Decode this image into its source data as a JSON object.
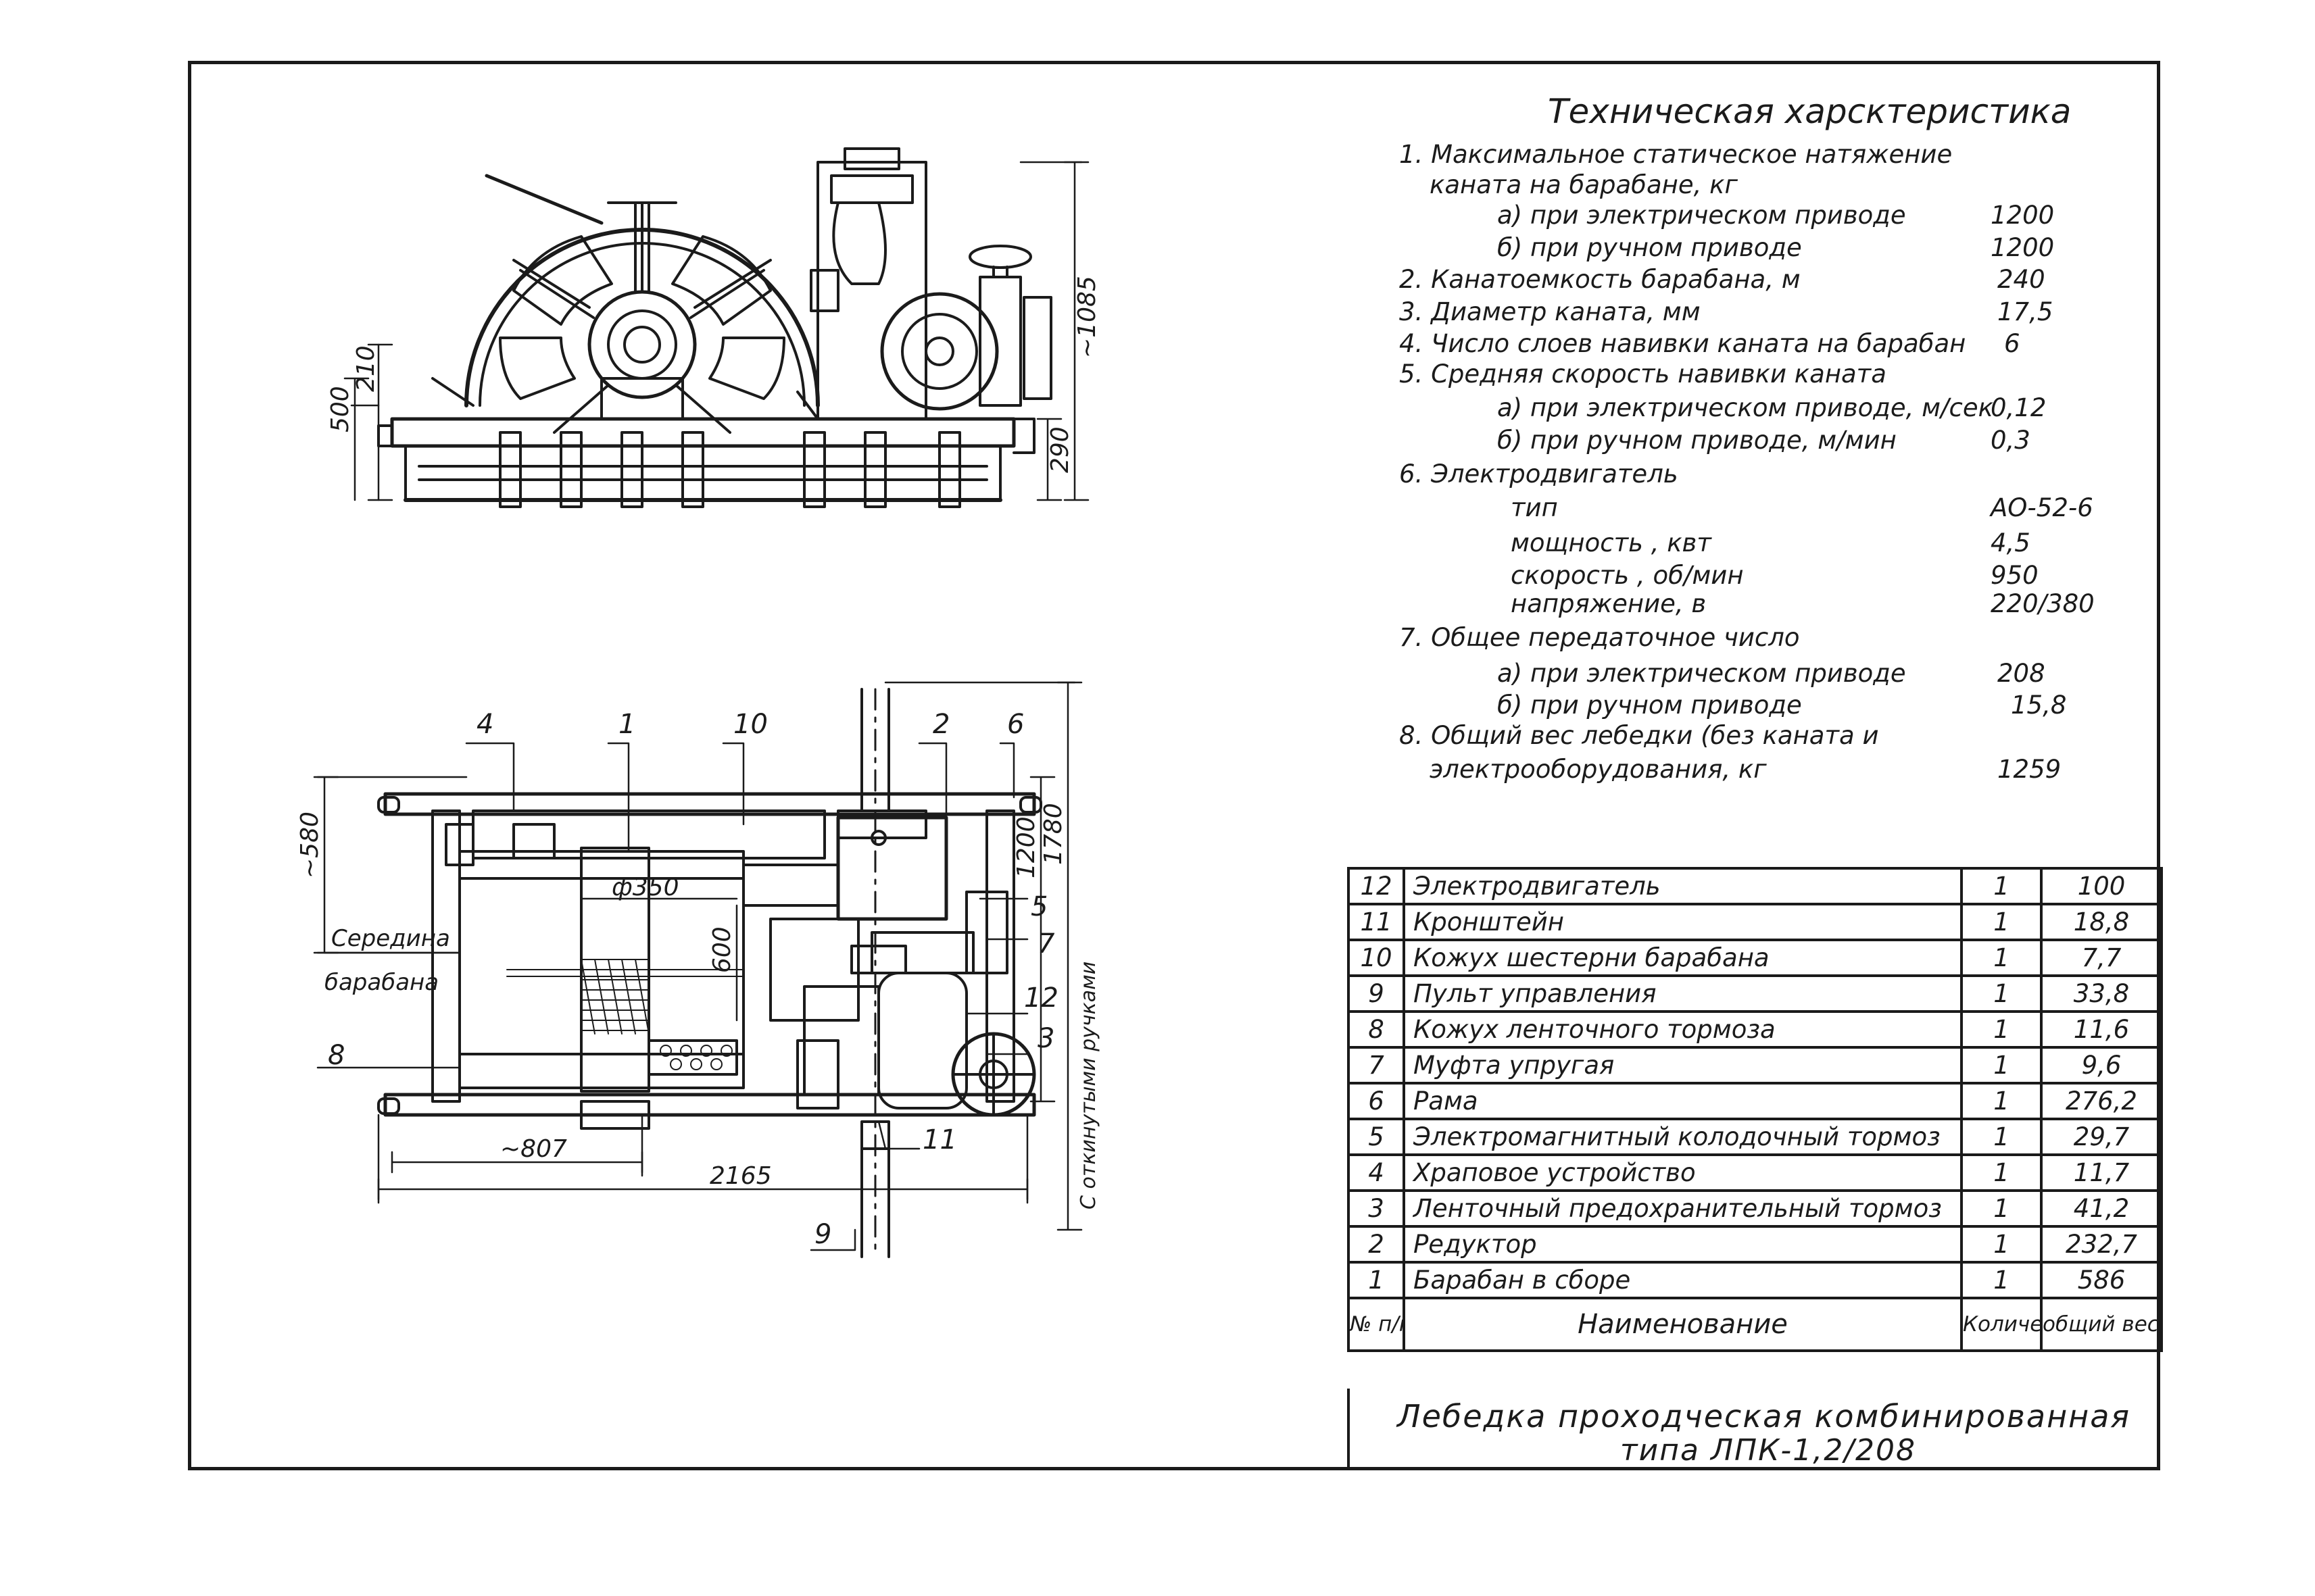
{
  "spec": {
    "title": "Техническая харсктеристика",
    "lines": [
      {
        "text": "1. Максимальное статическое натяжение",
        "value": ""
      },
      {
        "text": "каната на барабане, кг",
        "value": ""
      },
      {
        "text": "а) при электрическом приводе",
        "value": "1200"
      },
      {
        "text": "б) при ручном приводе",
        "value": "1200"
      },
      {
        "text": "2. Канатоемкость барабана, м",
        "value": "240"
      },
      {
        "text": "3. Диаметр каната, мм",
        "value": "17,5"
      },
      {
        "text": "4. Число слоев навивки каната на барабан",
        "value": "6"
      },
      {
        "text": "5. Средняя скорость навивки каната",
        "value": ""
      },
      {
        "text": "а) при электрическом приводе, м/сек",
        "value": "0,12"
      },
      {
        "text": "б) при ручном приводе, м/мин",
        "value": "0,3"
      },
      {
        "text": "6. Электродвигатель",
        "value": ""
      },
      {
        "text": "тип",
        "value": "АО-52-6"
      },
      {
        "text": "мощность , квт",
        "value": "4,5"
      },
      {
        "text": "скорость , об/мин",
        "value": "950"
      },
      {
        "text": "напряжение, в",
        "value": "220/380"
      },
      {
        "text": "7. Общее передаточное число",
        "value": ""
      },
      {
        "text": "а) при электрическом приводе",
        "value": "208"
      },
      {
        "text": "б) при ручном приводе",
        "value": "15,8"
      },
      {
        "text": "8. Общий вес лебедки (без каната и",
        "value": ""
      },
      {
        "text": "электрооборудования, кг",
        "value": "1259"
      }
    ]
  },
  "parts": {
    "rows": [
      {
        "no": "12",
        "name": "Электродвигатель",
        "qty": "1",
        "weight": "100"
      },
      {
        "no": "11",
        "name": "Кронштейн",
        "qty": "1",
        "weight": "18,8"
      },
      {
        "no": "10",
        "name": "Кожух шестерни барабана",
        "qty": "1",
        "weight": "7,7"
      },
      {
        "no": "9",
        "name": "Пульт управления",
        "qty": "1",
        "weight": "33,8"
      },
      {
        "no": "8",
        "name": "Кожух ленточного тормоза",
        "qty": "1",
        "weight": "11,6"
      },
      {
        "no": "7",
        "name": "Муфта упругая",
        "qty": "1",
        "weight": "9,6"
      },
      {
        "no": "6",
        "name": "Рама",
        "qty": "1",
        "weight": "276,2"
      },
      {
        "no": "5",
        "name": "Электромагнитный колодочный тормоз",
        "qty": "1",
        "weight": "29,7"
      },
      {
        "no": "4",
        "name": "Храповое устройство",
        "qty": "1",
        "weight": "11,7"
      },
      {
        "no": "3",
        "name": "Ленточный предохранительный тормоз",
        "qty": "1",
        "weight": "41,2"
      },
      {
        "no": "2",
        "name": "Редуктор",
        "qty": "1",
        "weight": "232,7"
      },
      {
        "no": "1",
        "name": "Барабан в сборе",
        "qty": "1",
        "weight": "586"
      }
    ],
    "header": {
      "no": "№ п/п",
      "name": "Наименование",
      "qty": "Количе-ство",
      "weight": "общий вес, кг"
    }
  },
  "title_block": {
    "line1": "Лебедка проходческая комбинированная",
    "line2": "типа ЛПК-1,2/208"
  },
  "elevation": {
    "dim_500": "500",
    "dim_210": "210",
    "dim_290": "290",
    "dim_1085": "~1085"
  },
  "plan": {
    "callouts": [
      "4",
      "1",
      "10",
      "2",
      "6",
      "5",
      "7",
      "12",
      "3",
      "11",
      "9",
      "8"
    ],
    "dim_580": "~580",
    "dim_350": "ф350",
    "dim_600": "600",
    "dim_1200": "1200",
    "dim_1780": "1780",
    "dim_807": "~807",
    "dim_2165": "2165",
    "dim_side": "С откинутыми ручками",
    "centre_label_1": "Середина",
    "centre_label_2": "барабана"
  }
}
